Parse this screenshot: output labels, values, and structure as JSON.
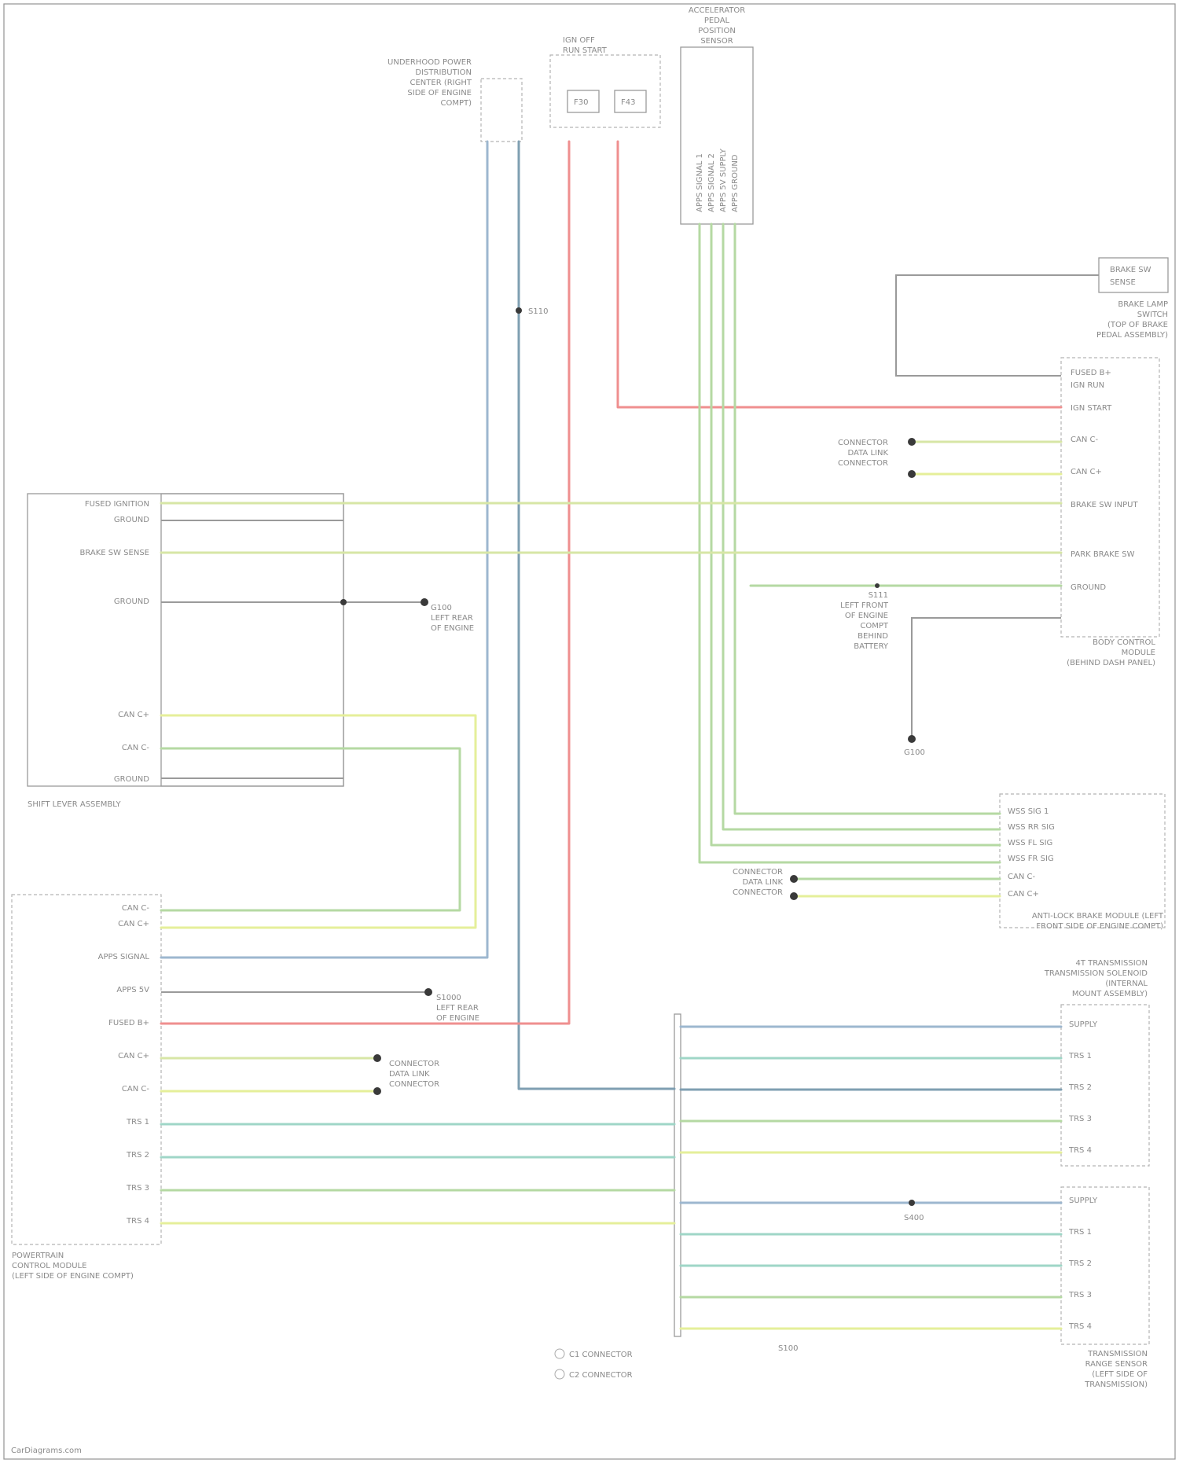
{
  "diagram": {
    "footer": "CarDiagrams.com",
    "connectors_legend": [
      "C1 CONNECTOR",
      "C2 CONNECTOR"
    ]
  },
  "components": {
    "fuse_block": {
      "lines": [
        "UNDERHOOD POWER",
        "DISTRIBUTION",
        "CENTER (RIGHT",
        "SIDE OF ENGINE",
        "COMPT)"
      ]
    },
    "ignition_module": {
      "lines": [
        "IGN OFF",
        "RUN START"
      ],
      "relays": [
        "F30",
        "F43"
      ]
    },
    "accel_pedal": {
      "lines": [
        "ACCELERATOR",
        "PEDAL",
        "POSITION",
        "SENSOR"
      ],
      "pins": [
        "APPS SIGNAL 1",
        "APPS SIGNAL 2",
        "APPS 5V SUPPLY",
        "APPS GROUND"
      ]
    },
    "brake_switch": {
      "lines": [
        "BRAKE LAMP",
        "SWITCH",
        "(TOP OF BRAKE",
        "PEDAL ASSEMBLY)"
      ],
      "pins": [
        "BRAKE SW",
        "SENSE"
      ]
    },
    "body_control": {
      "lines": [
        "BODY CONTROL",
        "MODULE",
        "(BEHIND DASH PANEL)"
      ],
      "pins": [
        "FUSED B+",
        "IGN RUN",
        "IGN START",
        "CAN C-",
        "CAN C+",
        "BRAKE SW INPUT",
        "PARK BRAKE SW",
        "GROUND"
      ]
    },
    "shift_lever": {
      "lines": [
        "SHIFT LEVER ASSEMBLY"
      ],
      "pins": [
        "FUSED IGNITION",
        "GROUND",
        "BRAKE SW SENSE",
        "GROUND",
        "CAN C+",
        "CAN C-",
        "GROUND"
      ]
    },
    "abs_module": {
      "lines": [
        "ANTI-LOCK BRAKE MODULE (LEFT",
        "FRONT SIDE OF ENGINE COMPT)"
      ],
      "pins": [
        "WSS SIG 1",
        "WSS RR SIG",
        "WSS FL SIG",
        "WSS FR SIG",
        "CAN C-",
        "CAN C+"
      ]
    },
    "pcm": {
      "lines": [
        "POWERTRAIN",
        "CONTROL MODULE",
        "(LEFT SIDE OF ENGINE COMPT)"
      ],
      "pins": [
        "CAN C-",
        "CAN C+",
        "APPS SIGNAL",
        "APPS 5V",
        "FUSED B+",
        "CAN C+",
        "CAN C-",
        "TRS 1",
        "TRS 2",
        "TRS 3",
        "TRS 4"
      ]
    },
    "trans_solenoid": {
      "lines": [
        "4T TRANSMISSION",
        "TRANSMISSION SOLENOID",
        "(INTERNAL",
        "MOUNT ASSEMBLY)"
      ],
      "pins": [
        "SUPPLY",
        "TRS 1",
        "TRS 2",
        "TRS 3",
        "TRS 4"
      ]
    },
    "trans_range": {
      "lines": [
        "TRANSMISSION",
        "RANGE SENSOR",
        "(LEFT SIDE OF",
        "TRANSMISSION)"
      ],
      "pins": [
        "SUPPLY",
        "TRS 1",
        "TRS 2",
        "TRS 3",
        "TRS 4"
      ]
    }
  },
  "labels": {
    "ground_right": "G100",
    "splice": "S110",
    "connector_note_1": [
      "CONNECTOR",
      "DATA LINK",
      "CONNECTOR"
    ],
    "connector_note_2": [
      "CONNECTOR",
      "DATA LINK",
      "CONNECTOR"
    ],
    "connector_note_3": [
      "CONNECTOR",
      "DATA LINK",
      "CONNECTOR"
    ],
    "splice_note": [
      "S111",
      "LEFT FRONT",
      "OF ENGINE",
      "COMPT",
      "BEHIND",
      "BATTERY"
    ],
    "ground_note": [
      "S1000",
      "LEFT REAR",
      "OF ENGINE"
    ],
    "ground_note_2": [
      "G100",
      "LEFT REAR",
      "OF ENGINE"
    ],
    "splice_s400": "S400",
    "splice_s100": "S100"
  },
  "colors": {
    "green": "#b5d9a3",
    "yellow": "#e5ef9a",
    "red": "#ef8f8f",
    "blue": "#9db7cf",
    "gray": "#9a9a9a",
    "teal": "#9fd6c7"
  }
}
